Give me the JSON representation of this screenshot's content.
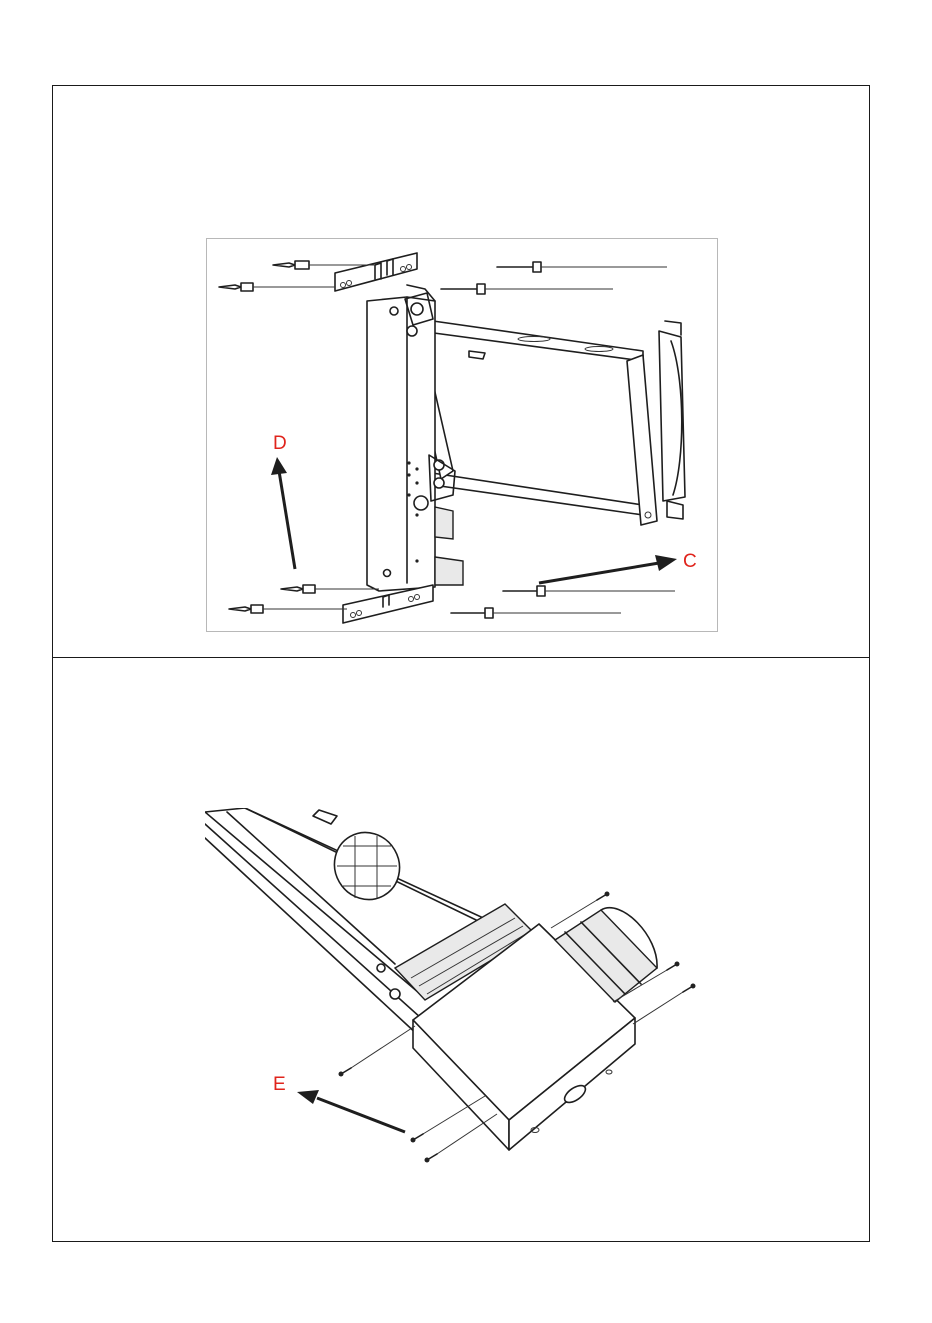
{
  "callouts": {
    "d": "D",
    "c": "C",
    "e": "E"
  },
  "colors": {
    "callout": "#e0241c",
    "line": "#1e1e1e",
    "frame_border": "#1a1a1a"
  }
}
